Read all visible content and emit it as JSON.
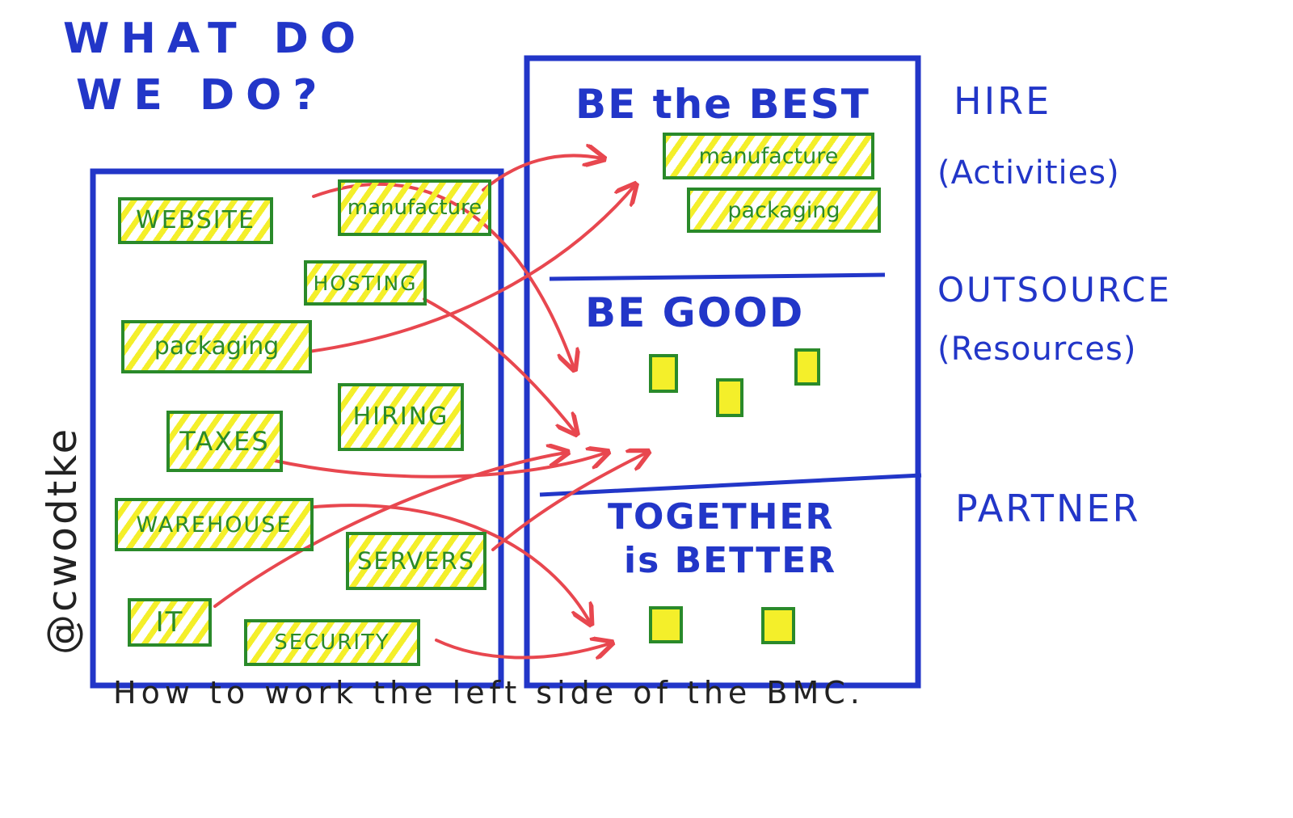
{
  "question": {
    "line1": "WHAT DO",
    "line2": "WE DO?"
  },
  "left_box": {
    "stickies": [
      {
        "label": "WEBSITE"
      },
      {
        "label": "manufacture"
      },
      {
        "label": "HOSTING"
      },
      {
        "label": "packaging"
      },
      {
        "label": "TAXES"
      },
      {
        "label": "HIRING"
      },
      {
        "label": "WAREHOUSE"
      },
      {
        "label": "SERVERS"
      },
      {
        "label": "IT"
      },
      {
        "label": "SECURITY"
      }
    ]
  },
  "right_box": {
    "sections": [
      {
        "title": "BE the BEST",
        "stickies": [
          {
            "label": "manufacture"
          },
          {
            "label": "packaging"
          }
        ]
      },
      {
        "title": "BE GOOD"
      },
      {
        "title_line1": "TOGETHER",
        "title_line2": "is BETTER"
      }
    ]
  },
  "side_labels": {
    "hire": "HIRE",
    "hire_sub": "(Activities)",
    "outsource": "OUTSOURCE",
    "outsource_sub": "(Resources)",
    "partner": "PARTNER"
  },
  "caption": "How to work the left side of the BMC.",
  "handle": "@cwodtke",
  "colors": {
    "blue": "#2236c8",
    "green": "#2a8a2a",
    "yellow": "#f4ef2a",
    "red": "#e8474f",
    "ink": "#222222"
  }
}
